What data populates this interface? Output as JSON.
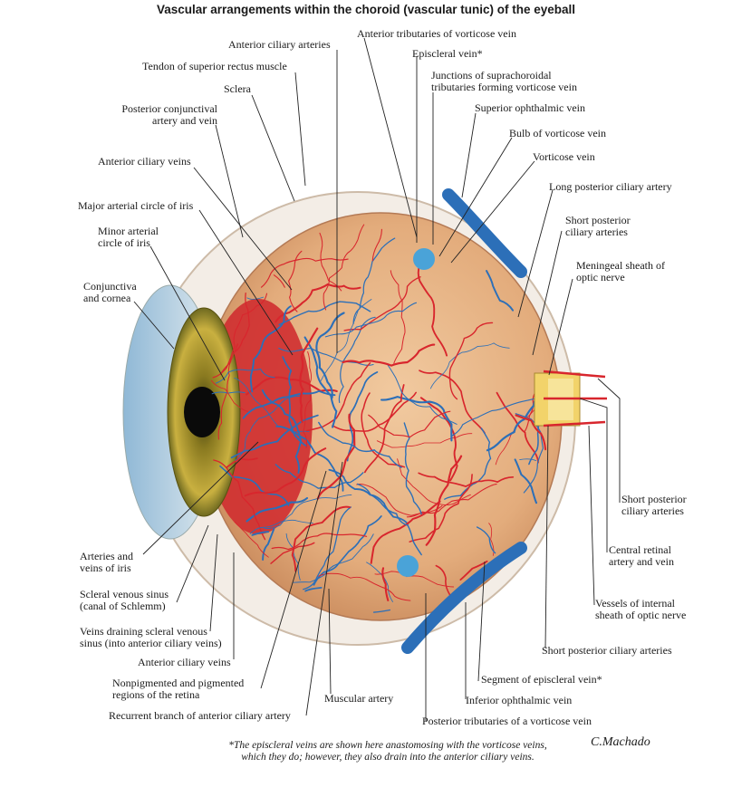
{
  "title": "Vascular arrangements within the choroid (vascular tunic) of the eyeball",
  "labels": {
    "anterior_ciliary_arteries": "Anterior ciliary arteries",
    "tendon_superior_rectus": "Tendon of superior rectus muscle",
    "sclera": "Sclera",
    "posterior_conjunctival_1": "Posterior conjunctival",
    "posterior_conjunctival_2": "artery and vein",
    "anterior_ciliary_veins_top": "Anterior ciliary veins",
    "major_arterial_circle": "Major arterial circle of iris",
    "minor_arterial_1": "Minor arterial",
    "minor_arterial_2": "circle of iris",
    "conjunctiva_1": "Conjunctiva",
    "conjunctiva_2": "and cornea",
    "arteries_veins_iris_1": "Arteries and",
    "arteries_veins_iris_2": "veins of iris",
    "scleral_sinus_1": "Scleral venous sinus",
    "scleral_sinus_2": "(canal of Schlemm)",
    "veins_draining_1": "Veins draining scleral venous",
    "veins_draining_2": "sinus (into anterior ciliary veins)",
    "anterior_ciliary_veins_bottom": "Anterior ciliary veins",
    "nonpigmented_1": "Nonpigmented and pigmented",
    "nonpigmented_2": "regions of the retina",
    "recurrent_branch": "Recurrent branch of anterior ciliary artery",
    "muscular_artery": "Muscular artery",
    "anterior_tributaries": "Anterior tributaries of vorticose vein",
    "episcleral_vein": "Episcleral vein*",
    "junctions_1": "Junctions of suprachoroidal",
    "junctions_2": "tributaries forming vorticose vein",
    "superior_ophthalmic": "Superior ophthalmic vein",
    "bulb_vorticose": "Bulb of vorticose vein",
    "vorticose_vein": "Vorticose vein",
    "long_posterior_ciliary": "Long posterior ciliary artery",
    "short_posterior_top_1": "Short posterior",
    "short_posterior_top_2": "ciliary arteries",
    "meningeal_1": "Meningeal sheath of",
    "meningeal_2": "optic nerve",
    "short_posterior_mid_1": "Short posterior",
    "short_posterior_mid_2": "ciliary arteries",
    "central_retinal_1": "Central retinal",
    "central_retinal_2": "artery and vein",
    "vessels_internal_1": "Vessels of internal",
    "vessels_internal_2": "sheath of optic nerve",
    "short_posterior_bottom": "Short posterior ciliary arteries",
    "segment_episcleral": "Segment of episcleral vein*",
    "inferior_ophthalmic": "Inferior ophthalmic vein",
    "posterior_tributaries": "Posterior tributaries of a vorticose vein"
  },
  "footnote": {
    "line1": "*The episcleral veins are shown here anastomosing with the vorticose veins,",
    "line2": "which they do; however, they also drain into the anterior ciliary veins."
  },
  "signature": "C.Machado",
  "colors": {
    "artery": "#d8262d",
    "vein": "#2c6fb8",
    "choroid": "#e8b98c",
    "iris": "#c9a53a",
    "sclera": "#f2ece6",
    "leader": "#222222"
  }
}
